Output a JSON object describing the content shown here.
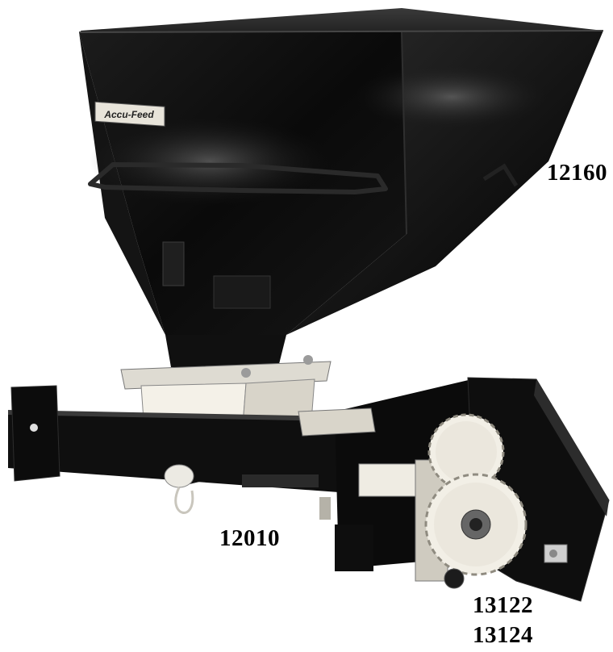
{
  "image": {
    "subject": "black seed hopper with drive sprockets",
    "background_color": "#ffffff",
    "metal_color": "#0d0d0d",
    "sprocket_color": "#f2efe6"
  },
  "labels": {
    "hopper_part": "12160",
    "frame_part": "12010",
    "sprocket_part_a": "13122",
    "sprocket_part_b": "13124"
  },
  "nameplate": {
    "brand": "Accu-Feed"
  }
}
